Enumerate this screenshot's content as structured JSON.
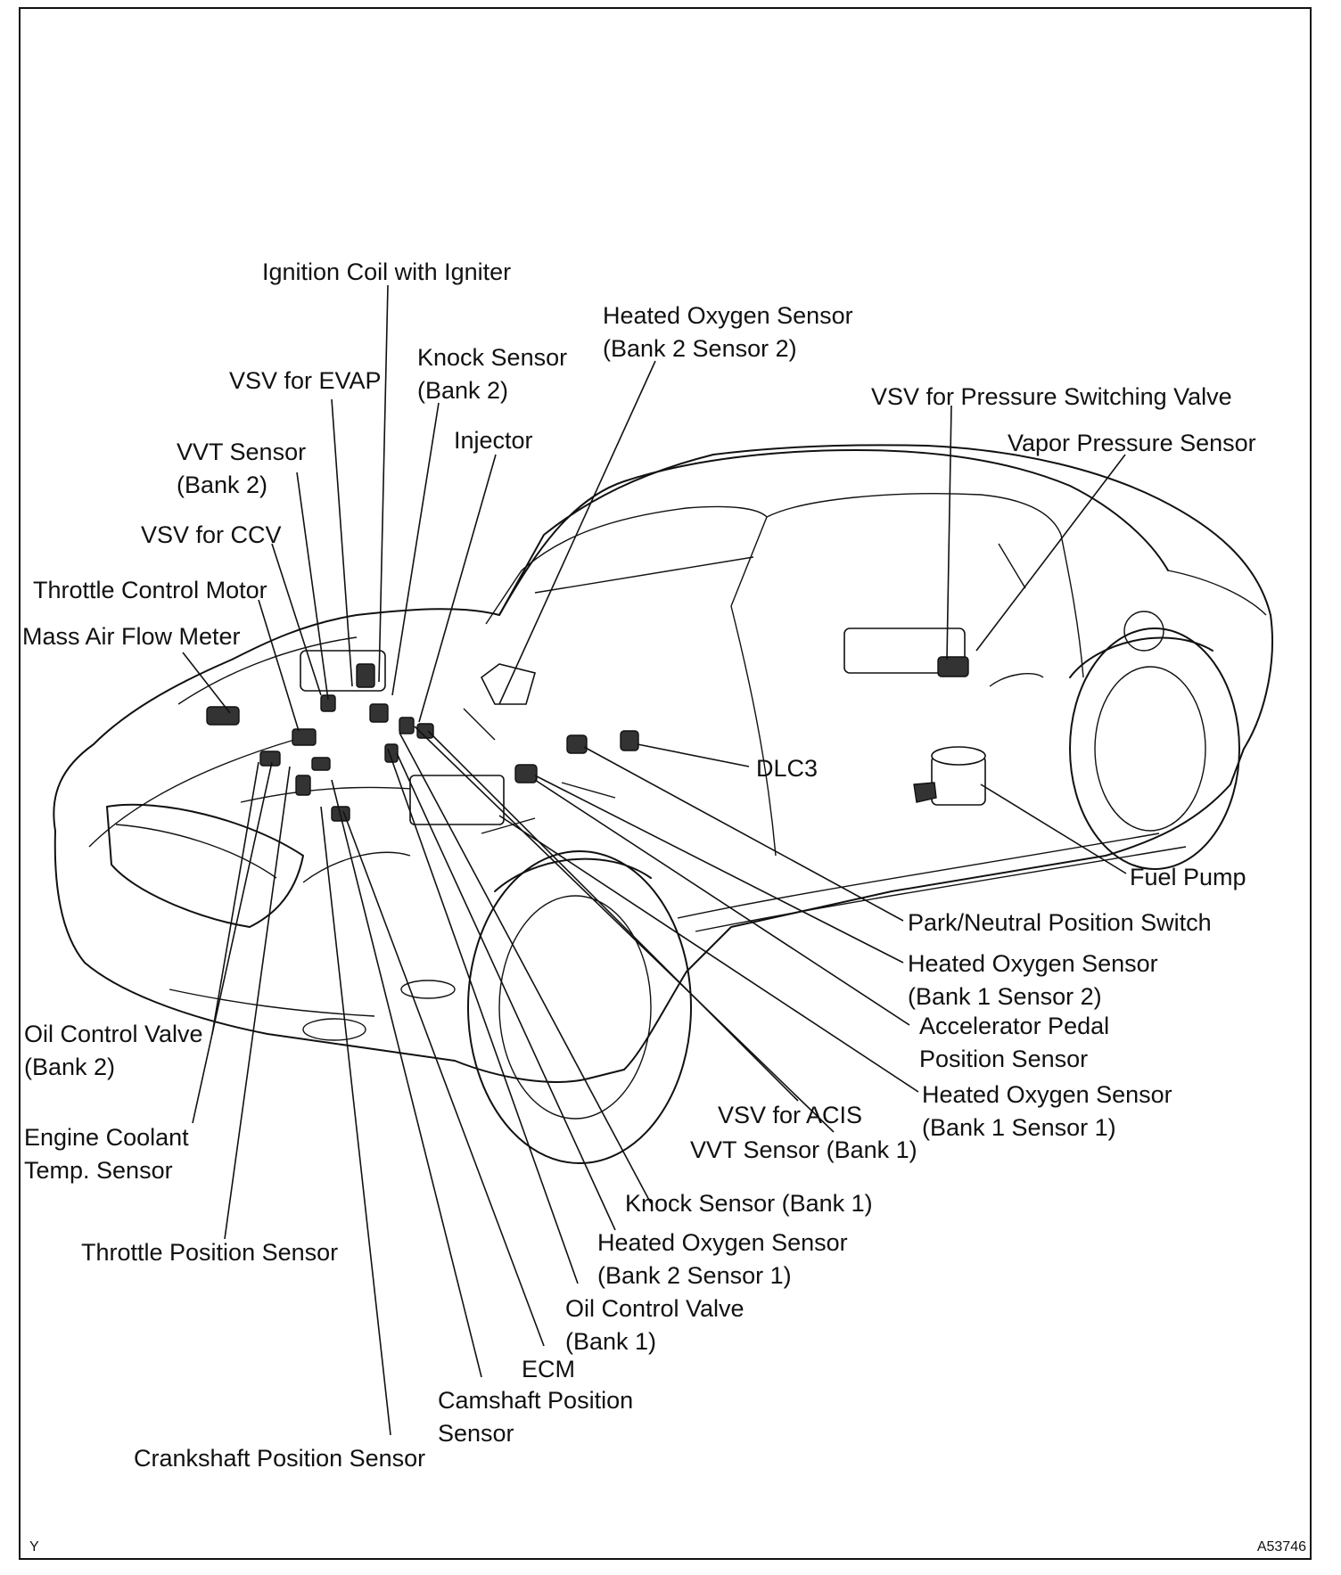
{
  "diagram": {
    "corner_left": "Y",
    "corner_right": "A53746",
    "components": [
      {
        "id": "ignition-coil",
        "lines": [
          "Ignition Coil with Igniter"
        ]
      },
      {
        "id": "ho2s-b2s2",
        "lines": [
          "Heated Oxygen Sensor",
          "(Bank 2 Sensor 2)"
        ]
      },
      {
        "id": "knock-b2",
        "lines": [
          "Knock Sensor",
          "(Bank 2)"
        ]
      },
      {
        "id": "vsv-evap",
        "lines": [
          "VSV for EVAP"
        ]
      },
      {
        "id": "vsv-psv",
        "lines": [
          "VSV for Pressure Switching Valve"
        ]
      },
      {
        "id": "injector",
        "lines": [
          "Injector"
        ]
      },
      {
        "id": "vapor-pressure",
        "lines": [
          "Vapor Pressure Sensor"
        ]
      },
      {
        "id": "vvt-b2",
        "lines": [
          "VVT Sensor",
          "(Bank 2)"
        ]
      },
      {
        "id": "vsv-ccv",
        "lines": [
          "VSV for CCV"
        ]
      },
      {
        "id": "throttle-motor",
        "lines": [
          "Throttle Control Motor"
        ]
      },
      {
        "id": "maf",
        "lines": [
          "Mass Air Flow Meter"
        ]
      },
      {
        "id": "dlc3",
        "lines": [
          "DLC3"
        ]
      },
      {
        "id": "fuel-pump",
        "lines": [
          "Fuel Pump"
        ]
      },
      {
        "id": "pnp-switch",
        "lines": [
          "Park/Neutral Position Switch"
        ]
      },
      {
        "id": "ho2s-b1s2",
        "lines": [
          "Heated Oxygen Sensor",
          "(Bank 1 Sensor 2)"
        ]
      },
      {
        "id": "app-sensor",
        "lines": [
          "Accelerator Pedal",
          "Position Sensor"
        ]
      },
      {
        "id": "ocv-b2",
        "lines": [
          "Oil Control Valve",
          "(Bank 2)"
        ]
      },
      {
        "id": "ho2s-b1s1",
        "lines": [
          "Heated Oxygen Sensor",
          "(Bank 1 Sensor 1)"
        ]
      },
      {
        "id": "vsv-acis",
        "lines": [
          "VSV for ACIS"
        ]
      },
      {
        "id": "ect-sensor",
        "lines": [
          "Engine Coolant",
          "Temp. Sensor"
        ]
      },
      {
        "id": "vvt-b1",
        "lines": [
          "VVT Sensor (Bank 1)"
        ]
      },
      {
        "id": "knock-b1",
        "lines": [
          "Knock Sensor (Bank 1)"
        ]
      },
      {
        "id": "ho2s-b2s1",
        "lines": [
          "Heated Oxygen Sensor",
          "(Bank 2 Sensor 1)"
        ]
      },
      {
        "id": "tps",
        "lines": [
          "Throttle Position Sensor"
        ]
      },
      {
        "id": "ocv-b1",
        "lines": [
          "Oil Control Valve",
          "(Bank 1)"
        ]
      },
      {
        "id": "ecm",
        "lines": [
          "ECM"
        ]
      },
      {
        "id": "cmp-sensor",
        "lines": [
          "Camshaft Position",
          "Sensor"
        ]
      },
      {
        "id": "ckp-sensor",
        "lines": [
          "Crankshaft Position Sensor"
        ]
      }
    ]
  }
}
